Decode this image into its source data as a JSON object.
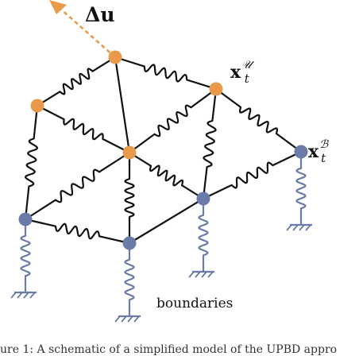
{
  "labels": {
    "delta_u": "Δu",
    "x_u_main": "x",
    "x_u_sup": "𝒰",
    "x_u_sub": "t",
    "x_b_main": "x",
    "x_b_sup": "ℬ",
    "x_b_sub": "t",
    "boundaries": "boundaries",
    "caption_fragment": "ure 1: A schematic of a simplified model of the UPBD appro"
  },
  "colors": {
    "unknown_node": "#e8994a",
    "boundary_node": "#6a7ba8",
    "boundary_spring": "#6a7ba8",
    "edge": "#111111",
    "arrow": "#e8994a"
  },
  "legend": {
    "unknown_nodes": "orange nodes x_t^U",
    "boundary_nodes": "blue nodes x_t^B"
  }
}
